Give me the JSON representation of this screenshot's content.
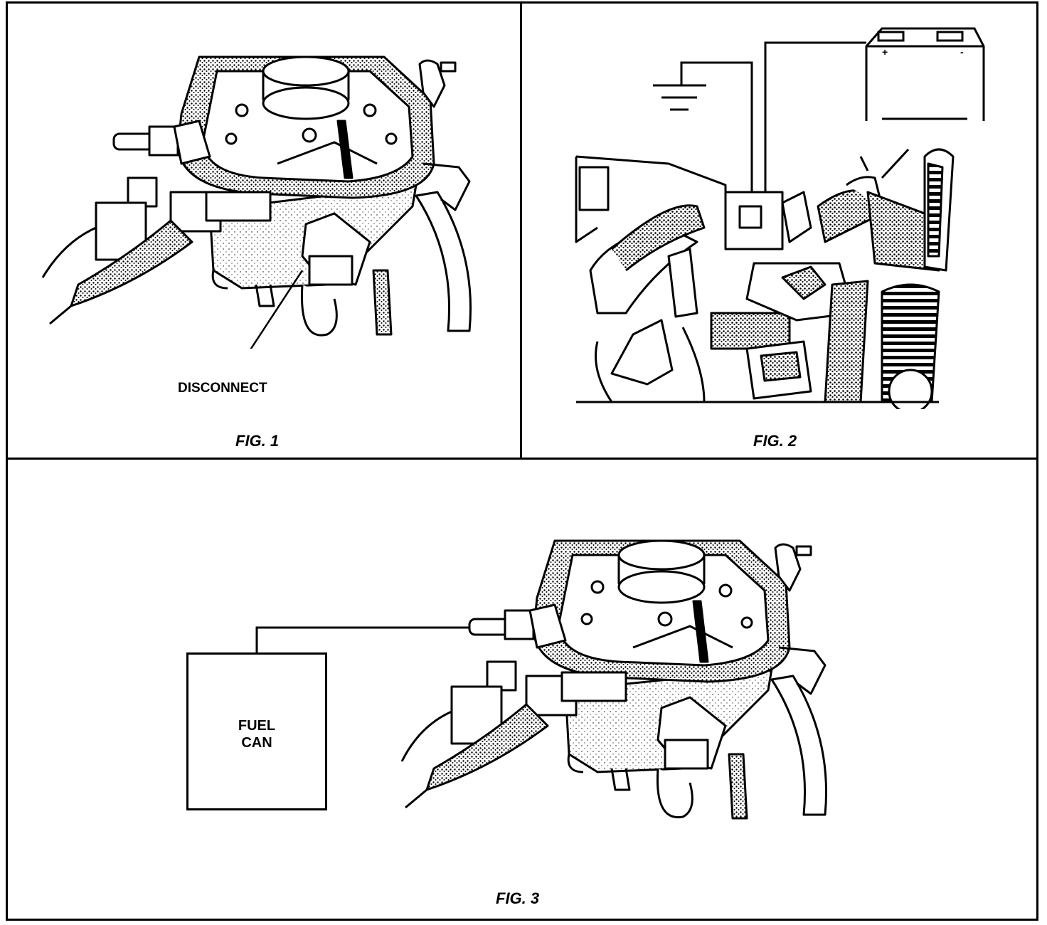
{
  "figures": [
    {
      "caption": "FIG. 1",
      "callout": "DISCONNECT"
    },
    {
      "caption": "FIG. 2"
    },
    {
      "caption": "FIG. 3",
      "box_label_line1": "FUEL",
      "box_label_line2": "CAN"
    }
  ],
  "colors": {
    "ink": "#000000",
    "paper": "#ffffff"
  },
  "icons": [
    "throttle-body-icon",
    "engine-bay-icon",
    "battery-icon",
    "ground-symbol-icon",
    "fuel-can-icon"
  ]
}
